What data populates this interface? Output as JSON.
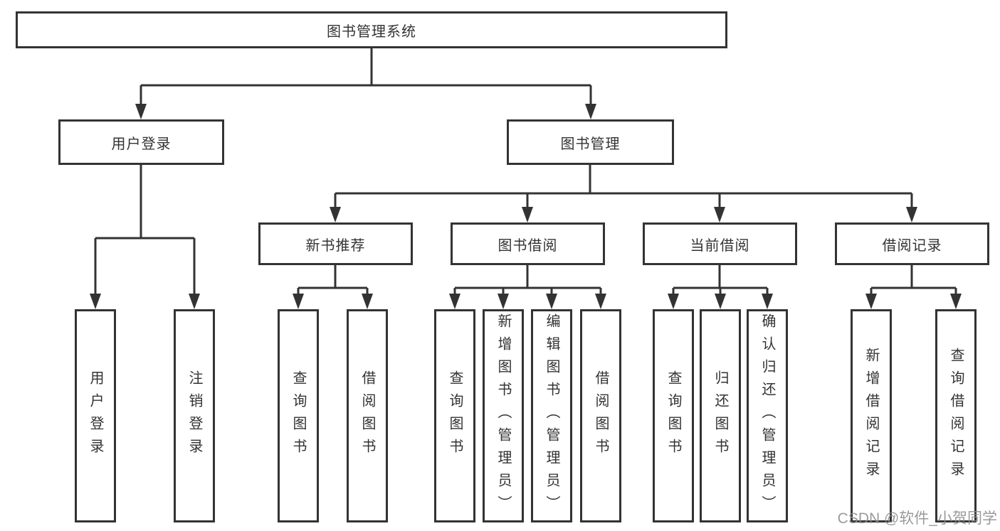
{
  "diagram": {
    "root": {
      "label": "图书管理系统"
    },
    "level2": {
      "login": {
        "label": "用户登录"
      },
      "book_mgmt": {
        "label": "图书管理"
      }
    },
    "level3": {
      "new_books": {
        "label": "新书推荐"
      },
      "book_borrow": {
        "label": "图书借阅"
      },
      "current_borrow": {
        "label": "当前借阅"
      },
      "borrow_records": {
        "label": "借阅记录"
      }
    },
    "leaves": {
      "user_login": {
        "label": "用户登录"
      },
      "logout": {
        "label": "注销登录"
      },
      "query_book_a": {
        "label": "查询图书"
      },
      "borrow_book_a": {
        "label": "借阅图书"
      },
      "query_book_b": {
        "label": "查询图书"
      },
      "add_book": {
        "label": "新增图书（管理员）"
      },
      "edit_book": {
        "label": "编辑图书（管理员）"
      },
      "borrow_book_b": {
        "label": "借阅图书"
      },
      "query_book_c": {
        "label": "查询图书"
      },
      "return_book": {
        "label": "归还图书"
      },
      "confirm_return": {
        "label": "确认归还（管理员）"
      },
      "add_borrow_record": {
        "label": "新增借阅记录"
      },
      "query_borrow_record": {
        "label": "查询借阅记录"
      }
    },
    "colors": {
      "line": "#333333",
      "text": "#333333",
      "box_border": "#333333",
      "background": "#ffffff",
      "watermark": "#8c8c8c"
    },
    "watermark": "CSDN @软件_小贺同学"
  }
}
